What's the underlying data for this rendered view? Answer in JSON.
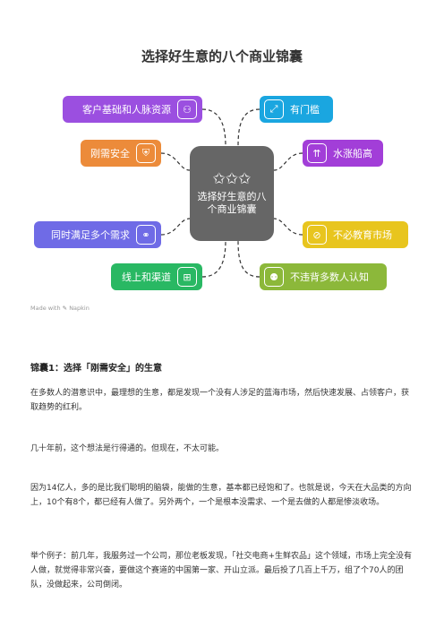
{
  "figure": {
    "title": "选择好生意的八个商业锦囊",
    "center_label": "选择好生意的八个商业锦囊",
    "center_icon": "stars-icon",
    "nodes_left": [
      {
        "label": "客户基础和人脉资源",
        "color": "#9B4FE0",
        "icon": "person-search-icon",
        "glyph": "⚇"
      },
      {
        "label": "刚需安全",
        "color": "#EC8B3A",
        "icon": "shield-document-icon",
        "glyph": "⛨"
      },
      {
        "label": "同时满足多个需求",
        "color": "#6F6BE6",
        "icon": "network-people-icon",
        "glyph": "⚭"
      },
      {
        "label": "线上和渠道",
        "color": "#29B863",
        "icon": "devices-icon",
        "glyph": "⊞"
      }
    ],
    "nodes_right": [
      {
        "label": "有门槛",
        "color": "#1AA6E0",
        "icon": "expand-arrows-icon",
        "glyph": "⤢"
      },
      {
        "label": "水涨船高",
        "color": "#A23ED8",
        "icon": "rising-bars-icon",
        "glyph": "⇈"
      },
      {
        "label": "不必教育市场",
        "color": "#E8C51E",
        "icon": "blocked-book-icon",
        "glyph": "⊘"
      },
      {
        "label": "不违背多数人认知",
        "color": "#8CB83A",
        "icon": "people-group-icon",
        "glyph": "⚉"
      }
    ],
    "made_with": "Made with",
    "made_with_brand": "Napkin"
  },
  "article": {
    "heading": "锦囊1：选择「刚需安全」的生意",
    "paragraphs": [
      "在多数人的潜意识中，最理想的生意，都是发现一个没有人涉足的蓝海市场，然后快速发展、占领客户，获取趋势的红利。",
      "几十年前，这个想法是行得通的。但现在，不太可能。",
      "因为14亿人，多的是比我们聪明的脑袋，能做的生意，基本都已经饱和了。也就是说，今天在大品类的方向上，10个有8个，都已经有人做了。另外两个，一个是根本没需求、一个是去做的人都是惨淡收场。",
      "举个例子：前几年，我服务过一个公司，那位老板发现，「社交电商+生鲜农品」这个领域，市场上完全没有人做，就觉得非常兴奋，要做这个赛道的中国第一家、开山立派。最后投了几百上千万，组了个70人的团队，没做起来，公司倒闭。"
    ]
  }
}
